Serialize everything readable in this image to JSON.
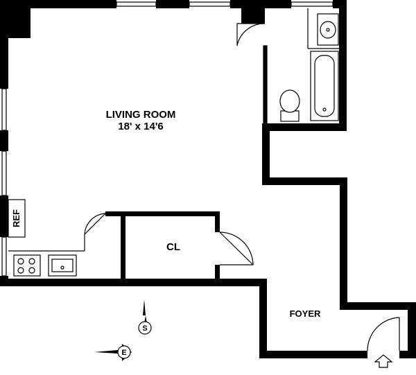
{
  "rooms": {
    "living_room": {
      "name": "LIVING ROOM",
      "dimensions": "18' x 14'6"
    },
    "closet": {
      "name": "CL"
    },
    "foyer": {
      "name": "FOYER"
    }
  },
  "appliances": {
    "refrigerator": "REF"
  },
  "compass": {
    "south": "S",
    "east": "E"
  },
  "colors": {
    "wall": "#000000",
    "floor": "#ffffff",
    "window": "#c8c8c8"
  },
  "icons": [
    "entry-arrow-icon",
    "compass-icon",
    "stove-icon",
    "sink-icon",
    "toilet-icon",
    "bathtub-icon"
  ]
}
